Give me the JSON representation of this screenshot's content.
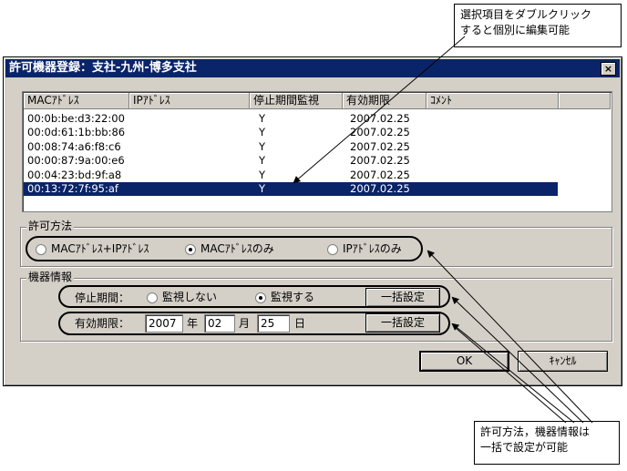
{
  "callouts": {
    "top": "選択項目をダブルクリック\nすると個別に編集可能",
    "bottom": "許可方法，機器情報は\n一括で設定が可能"
  },
  "dialog": {
    "title": "許可機器登録：支社-九州-博多支社",
    "close_glyph": "×"
  },
  "list": {
    "columns": [
      "MACｱﾄﾞﾚｽ",
      "IPｱﾄﾞﾚｽ",
      "停止期間監視",
      "有効期限",
      "ｺﾒﾝﾄ"
    ],
    "rows": [
      {
        "mac": "00:0b:be:d3:22:00",
        "ip": "",
        "stop": "Y",
        "expire": "2007.02.25",
        "comment": ""
      },
      {
        "mac": "00:0d:61:1b:bb:86",
        "ip": "",
        "stop": "Y",
        "expire": "2007.02.25",
        "comment": ""
      },
      {
        "mac": "00:08:74:a6:f8:c6",
        "ip": "",
        "stop": "Y",
        "expire": "2007.02.25",
        "comment": ""
      },
      {
        "mac": "00:00:87:9a:00:e6",
        "ip": "",
        "stop": "Y",
        "expire": "2007.02.25",
        "comment": ""
      },
      {
        "mac": "00:04:23:bd:9f:a8",
        "ip": "",
        "stop": "Y",
        "expire": "2007.02.25",
        "comment": ""
      },
      {
        "mac": "00:13:72:7f:95:af",
        "ip": "",
        "stop": "Y",
        "expire": "2007.02.25",
        "comment": ""
      }
    ]
  },
  "permit": {
    "label": "許可方法",
    "options": [
      "MACｱﾄﾞﾚｽ+IPｱﾄﾞﾚｽ",
      "MACｱﾄﾞﾚｽのみ",
      "IPｱﾄﾞﾚｽのみ"
    ],
    "selected": "MACｱﾄﾞﾚｽのみ"
  },
  "device": {
    "label": "機器情報",
    "stop_label": "停止期間：",
    "stop_options": [
      "監視しない",
      "監視する"
    ],
    "stop_selected": "監視する",
    "expire_label": "有効期限：",
    "year": "2007",
    "year_unit": "年",
    "month": "02",
    "month_unit": "月",
    "day": "25",
    "day_unit": "日",
    "bulk_button": "一括設定"
  },
  "buttons": {
    "ok": "OK",
    "cancel": "ｷｬﾝｾﾙ"
  }
}
